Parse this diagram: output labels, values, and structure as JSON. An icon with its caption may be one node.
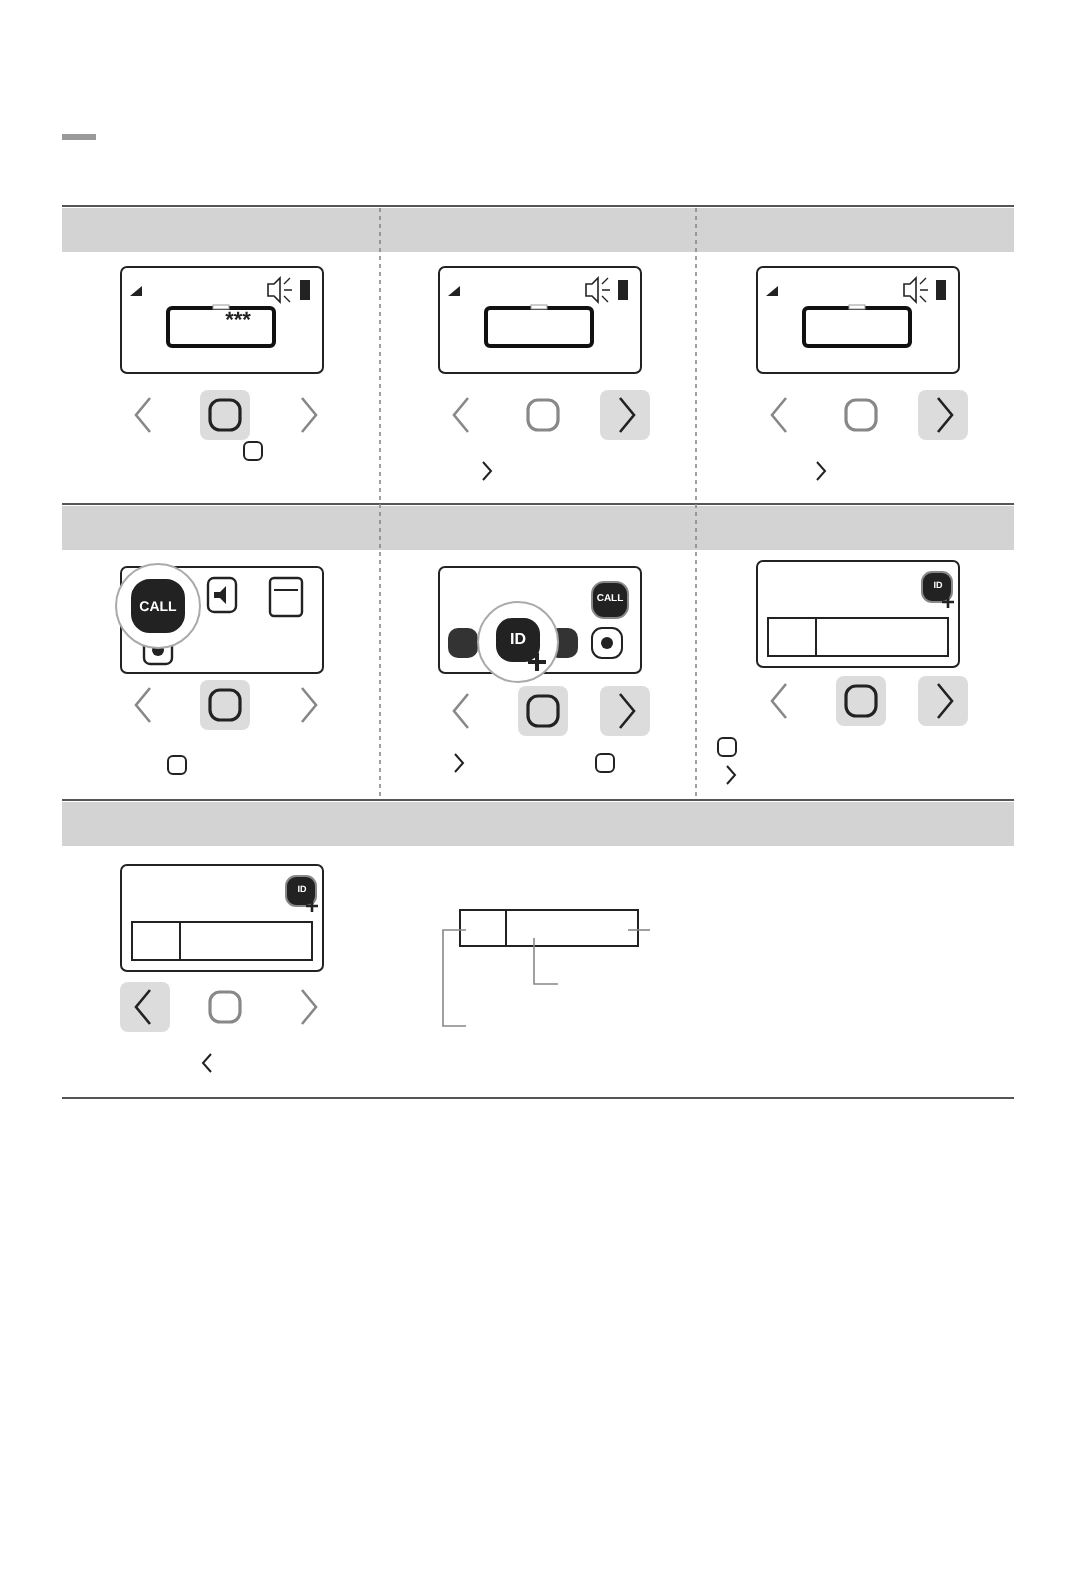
{
  "diagram": {
    "labels": [
      "***",
      "CALL",
      "CALL",
      "ID",
      "ID",
      "ID"
    ]
  }
}
